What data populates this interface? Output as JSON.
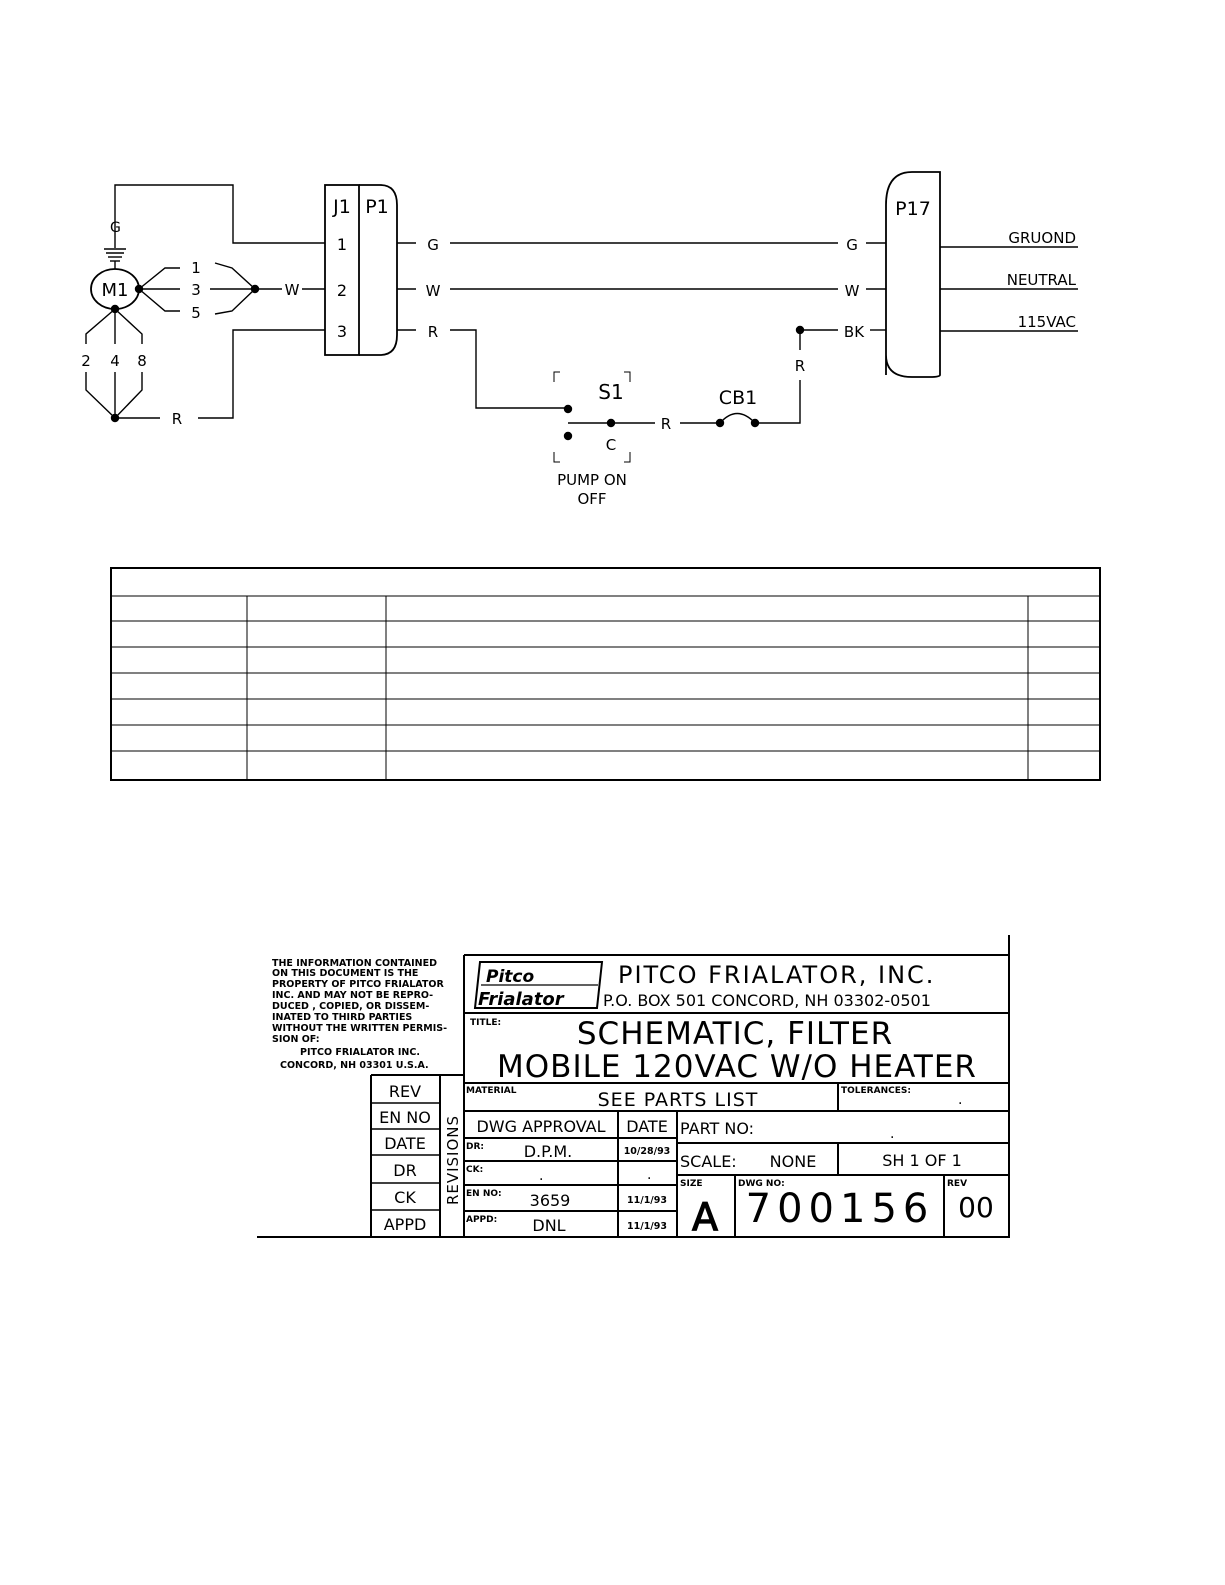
{
  "schematic": {
    "motor": "M1",
    "motor_ground": "G",
    "motor_leads_top": [
      "1",
      "3",
      "5"
    ],
    "motor_leads_bottom": [
      "2",
      "4",
      "8"
    ],
    "wire_w_left": "W",
    "wire_r_left": "R",
    "connector_j": "J1",
    "connector_p": "P1",
    "pins": [
      "1",
      "2",
      "3"
    ],
    "wire_g": "G",
    "wire_w": "W",
    "wire_r": "R",
    "switch": "S1",
    "switch_c": "C",
    "switch_label_1": "PUMP ON",
    "switch_label_2": "OFF",
    "switch_to_cb_wire": "R",
    "breaker": "CB1",
    "riser_wire": "R",
    "p17_g": "G",
    "p17_w": "W",
    "p17_bk": "BK",
    "connector_p17": "P17",
    "out_ground": "GRUOND",
    "out_neutral": "NEUTRAL",
    "out_115": "115VAC"
  },
  "title_block": {
    "notice": [
      "THE INFORMATION CONTAINED",
      "ON THIS DOCUMENT IS THE",
      "PROPERTY OF PITCO FRIALATOR",
      "INC. AND MAY NOT BE REPRO-",
      "DUCED , COPIED, OR DISSEM-",
      "INATED TO THIRD PARTIES",
      "WITHOUT THE WRITTEN PERMIS-",
      "SION OF:",
      "PITCO FRIALATOR INC.",
      "CONCORD, NH  03301  U.S.A."
    ],
    "logo_line1": "Pitco",
    "logo_line2": "Frialator",
    "company": "PITCO FRIALATOR, INC.",
    "address": "P.O. BOX 501   CONCORD, NH  03302-0501",
    "title_label": "TITLE:",
    "title_line1": "SCHEMATIC, FILTER",
    "title_line2": "MOBILE 120VAC W/O HEATER",
    "material_label": "MATERIAL",
    "material_value": "SEE PARTS LIST",
    "tolerances_label": "TOLERANCES:",
    "tolerances_value": ".",
    "revision_labels": [
      "REV",
      "EN NO",
      "DATE",
      "DR",
      "CK",
      "APPD"
    ],
    "revisions_vertical": "REVISIONS",
    "dwg_approval": "DWG APPROVAL",
    "date_header": "DATE",
    "part_no_label": "PART NO:",
    "part_no_value": ".",
    "dr_label": "DR:",
    "dr_value": "D.P.M.",
    "dr_date": "10/28/93",
    "ck_label": "CK:",
    "ck_value": ".",
    "ck_date": ".",
    "scale_label": "SCALE:",
    "scale_value": "NONE",
    "sheet": "SH  1   OF  1",
    "en_label": "EN NO:",
    "en_value": "3659",
    "en_date": "11/1/93",
    "appd_label": "APPD:",
    "appd_value": "DNL",
    "appd_date": "11/1/93",
    "size_label": "SIZE",
    "size_value": "A",
    "dwg_no_label": "DWG NO:",
    "dwg_no": "700156",
    "rev_label": "REV",
    "rev_value": "00"
  }
}
